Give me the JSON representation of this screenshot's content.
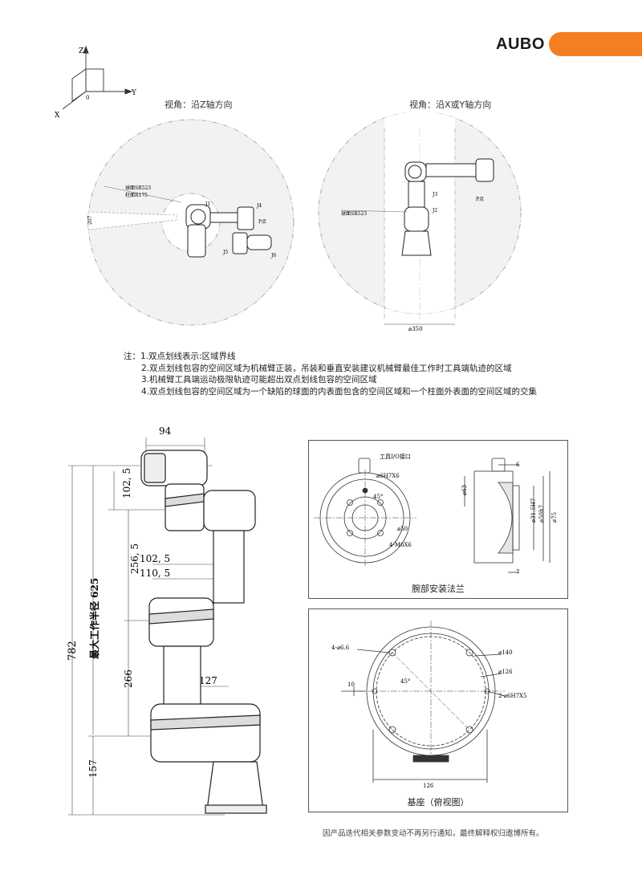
{
  "header": {
    "brand": "AUBO"
  },
  "axes": {
    "z": "Z",
    "y": "Y",
    "x": "X",
    "origin": "0"
  },
  "top_views": {
    "left": {
      "title": "视角：沿Z轴方向",
      "sphere_label": "球面SR523",
      "cylinder_label": "柱面R175",
      "joint_labels": [
        "J1",
        "J4",
        "P点",
        "J5",
        "J6"
      ],
      "side_dim": "207"
    },
    "right": {
      "title": "视角：沿X或Y轴方向",
      "sphere_label": "球面SR523",
      "joint_labels": [
        "J3",
        "J2",
        "P点"
      ],
      "bottom_dim": "⌀350"
    }
  },
  "notes": {
    "prefix": "注：",
    "items": [
      "1.双点划线表示:区域界线",
      "2.双点划线包容的空间区域为机械臂正装，吊装和垂直安装建议机械臂最佳工作时工具端轨迹的区域",
      "3.机械臂工具端运动极限轨迹可能超出双点划线包容的空间区域",
      "4.双点划线包容的空间区域为一个缺陷的球面的内表面包含的空间区域和一个柱面外表面的空间区域的交集"
    ]
  },
  "arm_drawing": {
    "dims": {
      "top": "94",
      "overall": "782",
      "reach": "最大工作半径 625",
      "seg_1025": "102, 5",
      "seg_2565": "256, 5",
      "seg_266": "266",
      "seg_157": "157",
      "off_1025": "102, 5",
      "off_1105": "110, 5",
      "off_127": "127"
    }
  },
  "flange_panel": {
    "caption": "腕部安装法兰",
    "labels": {
      "io": "工具I/O接口",
      "hole": "⌀6H7X6",
      "angle": "45°",
      "d50": "⌀50",
      "m6": "4-M6X6",
      "h6": "6",
      "d63": "⌀63",
      "d31": "⌀31.5H7",
      "d50h": "⌀50h7",
      "d75": "⌀75",
      "h7": "7"
    }
  },
  "base_panel": {
    "caption": "基座（俯视图）",
    "labels": {
      "holes": "4-⌀6.6",
      "angle": "45°",
      "ten": "10",
      "d140": "⌀140",
      "d126": "⌀126",
      "pins": "2-⌀6H7X5",
      "w126": "126"
    }
  },
  "footer": {
    "text": "因产品迭代相关参数变动不再另行通知，最终解释权归遨博所有。"
  }
}
